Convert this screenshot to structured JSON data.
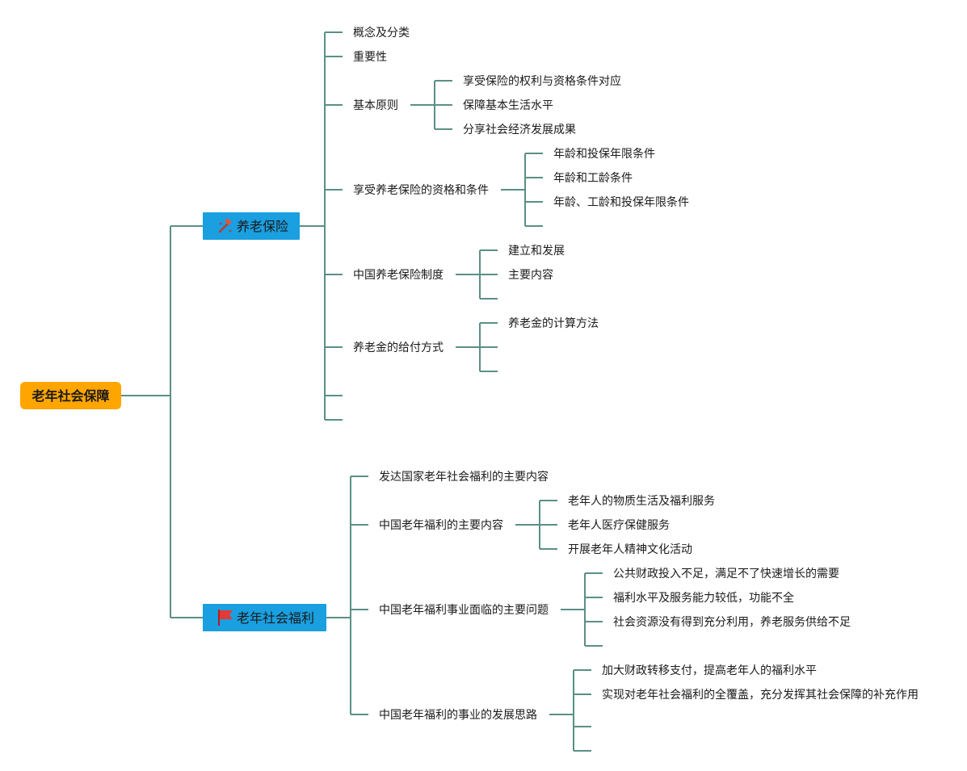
{
  "root": {
    "label": "老年社会保障"
  },
  "branches": [
    {
      "label": "养老保险",
      "icon": "hammer-icon",
      "children": [
        {
          "label": "概念及分类"
        },
        {
          "label": "重要性"
        },
        {
          "label": "基本原则",
          "children": [
            "享受保险的权利与资格条件对应",
            "保障基本生活水平",
            "分享社会经济发展成果"
          ]
        },
        {
          "label": "享受养老保险的资格和条件",
          "children": [
            "年龄和投保年限条件",
            "年龄和工龄条件",
            "年龄、工龄和投保年限条件"
          ]
        },
        {
          "label": "中国养老保险制度",
          "children": [
            "建立和发展",
            "主要内容"
          ]
        },
        {
          "label": "养老金的给付方式",
          "children": [
            "养老金的计算方法"
          ]
        }
      ]
    },
    {
      "label": "老年社会福利",
      "icon": "red-flag-icon",
      "children": [
        {
          "label": "发达国家老年社会福利的主要内容"
        },
        {
          "label": "中国老年福利的主要内容",
          "children": [
            "老年人的物质生活及福利服务",
            "老年人医疗保健服务",
            "开展老年人精神文化活动"
          ]
        },
        {
          "label": "中国老年福利事业面临的主要问题",
          "children": [
            "公共财政投入不足，满足不了快速增长的需要",
            "福利水平及服务能力较低，功能不全",
            "社会资源没有得到充分利用，养老服务供给不足"
          ]
        },
        {
          "label": "中国老年福利的事业的发展思路",
          "children": [
            "加大财政转移支付，提高老年人的福利水平",
            "实现对老年社会福利的全覆盖，充分发挥其社会保障的补充作用"
          ]
        }
      ]
    }
  ],
  "colors": {
    "root": "#ffa500",
    "branch": "#1a9fe0",
    "connector": "#5a8f86"
  }
}
